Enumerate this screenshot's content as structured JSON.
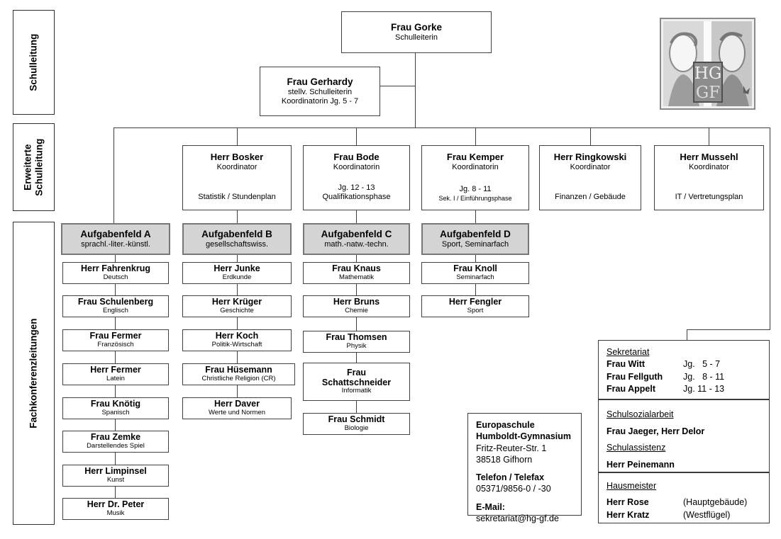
{
  "sidebar": {
    "items": [
      {
        "label": "Schulleitung"
      },
      {
        "label": "Erweiterte Schulleitung"
      },
      {
        "label": "Fachkonferenzleitungen"
      }
    ]
  },
  "leadership": {
    "principal": {
      "name": "Frau Gorke",
      "role": "Schulleiterin"
    },
    "deputy": {
      "name": "Frau Gerhardy",
      "role": "stellv. Schulleiterin",
      "role2": "Koordinatorin Jg. 5 - 7"
    }
  },
  "coordinators": [
    {
      "name": "Herr Bosker",
      "role": "Koordinator",
      "detail": "",
      "area": "Statistik / Stundenplan"
    },
    {
      "name": "Frau Bode",
      "role": "Koordinatorin",
      "detail": "Jg. 12 - 13",
      "area": "Qualifikationsphase"
    },
    {
      "name": "Frau Kemper",
      "role": "Koordinatorin",
      "detail": "Jg. 8 - 11",
      "area": "Sek. I / Einführungsphase"
    },
    {
      "name": "Herr Ringkowski",
      "role": "Koordinator",
      "detail": "",
      "area": "Finanzen / Gebäude"
    },
    {
      "name": "Herr Mussehl",
      "role": "Koordinator",
      "detail": "",
      "area": "IT / Vertretungsplan"
    }
  ],
  "task_fields": [
    {
      "title": "Aufgabenfeld A",
      "subtitle": "sprachl.-liter.-künstl.",
      "heads": [
        {
          "name": "Herr Fahrenkrug",
          "subject": "Deutsch"
        },
        {
          "name": "Frau Schulenberg",
          "subject": "Englisch"
        },
        {
          "name": "Frau Fermer",
          "subject": "Französisch"
        },
        {
          "name": "Herr Fermer",
          "subject": "Latein"
        },
        {
          "name": "Frau Knötig",
          "subject": "Spanisch"
        },
        {
          "name": "Frau Zemke",
          "subject": "Darstellendes Spiel"
        },
        {
          "name": "Herr Limpinsel",
          "subject": "Kunst"
        },
        {
          "name": "Herr Dr. Peter",
          "subject": "Musik"
        }
      ]
    },
    {
      "title": "Aufgabenfeld B",
      "subtitle": "gesellschaftswiss.",
      "heads": [
        {
          "name": "Herr Junke",
          "subject": "Erdkunde"
        },
        {
          "name": "Herr Krüger",
          "subject": "Geschichte"
        },
        {
          "name": "Herr Koch",
          "subject": "Politik-Wirtschaft"
        },
        {
          "name": "Frau Hüsemann",
          "subject": "Christliche Religion (CR)"
        },
        {
          "name": "Herr Daver",
          "subject": "Werte und Normen"
        }
      ]
    },
    {
      "title": "Aufgabenfeld C",
      "subtitle": "math.-natw.-techn.",
      "heads": [
        {
          "name": "Frau Knaus",
          "subject": "Mathematik"
        },
        {
          "name": "Herr Bruns",
          "subject": "Chemie"
        },
        {
          "name": "Frau Thomsen",
          "subject": "Physik"
        },
        {
          "name": "Frau Schattschneider",
          "subject": "Informatik"
        },
        {
          "name": "Frau Schmidt",
          "subject": "Biologie"
        }
      ]
    },
    {
      "title": "Aufgabenfeld D",
      "subtitle": "Sport, Seminarfach",
      "heads": [
        {
          "name": "Frau Knoll",
          "subject": "Seminarfach"
        },
        {
          "name": "Herr Fengler",
          "subject": "Sport"
        }
      ]
    }
  ],
  "contact": {
    "line1": "Europaschule",
    "line2": "Humboldt-Gymnasium",
    "street": "Fritz-Reuter-Str. 1",
    "city": "38518 Gifhorn",
    "phone_label": "Telefon / Telefax",
    "phone": "05371/9856-0 / -30",
    "email_label": "E-Mail:",
    "email": "sekretariat@hg-gf.de"
  },
  "services": {
    "sekretariat": {
      "title": "Sekretariat",
      "rows": [
        {
          "name": "Frau Witt",
          "range": "Jg.   5 - 7"
        },
        {
          "name": "Frau Fellguth",
          "range": "Jg.   8 - 11"
        },
        {
          "name": "Frau Appelt",
          "range": "Jg. 11 - 13"
        }
      ]
    },
    "social": {
      "title": "Schulsozialarbeit",
      "staff": "Frau Jaeger, Herr Delor",
      "title2": "Schulassistenz",
      "staff2": "Herr Peinemann"
    },
    "hausmeister": {
      "title": "Hausmeister",
      "rows": [
        {
          "name": "Herr Rose",
          "location": "(Hauptgebäude)"
        },
        {
          "name": "Herr Kratz",
          "location": "(Westflügel)"
        }
      ]
    }
  },
  "logo": {
    "top": "HG",
    "bottom": "GF"
  },
  "colors": {
    "field_fill": "#d4d4d4",
    "line": "#3f3f3f",
    "border": "#404040"
  }
}
